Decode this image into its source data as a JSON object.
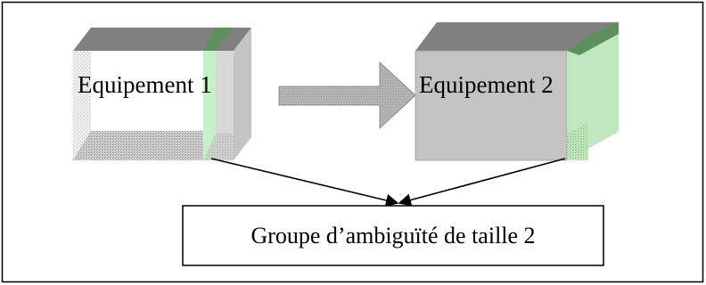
{
  "diagram": {
    "equipment_1": {
      "label": "Equipement 1"
    },
    "equipment_2": {
      "label": "Equipement 2"
    },
    "ambiguity_group": {
      "label": "Groupe d’ambiguïté de taille 2"
    }
  },
  "colors": {
    "frame": "#000000",
    "box_top": "#808080",
    "box_front_light": "#e6e6e6",
    "box_front_gray": "#c3c3c3",
    "green_band": "#bfe8bf",
    "green_top": "#5e8f5e",
    "arrow": "#b4b4b4"
  }
}
